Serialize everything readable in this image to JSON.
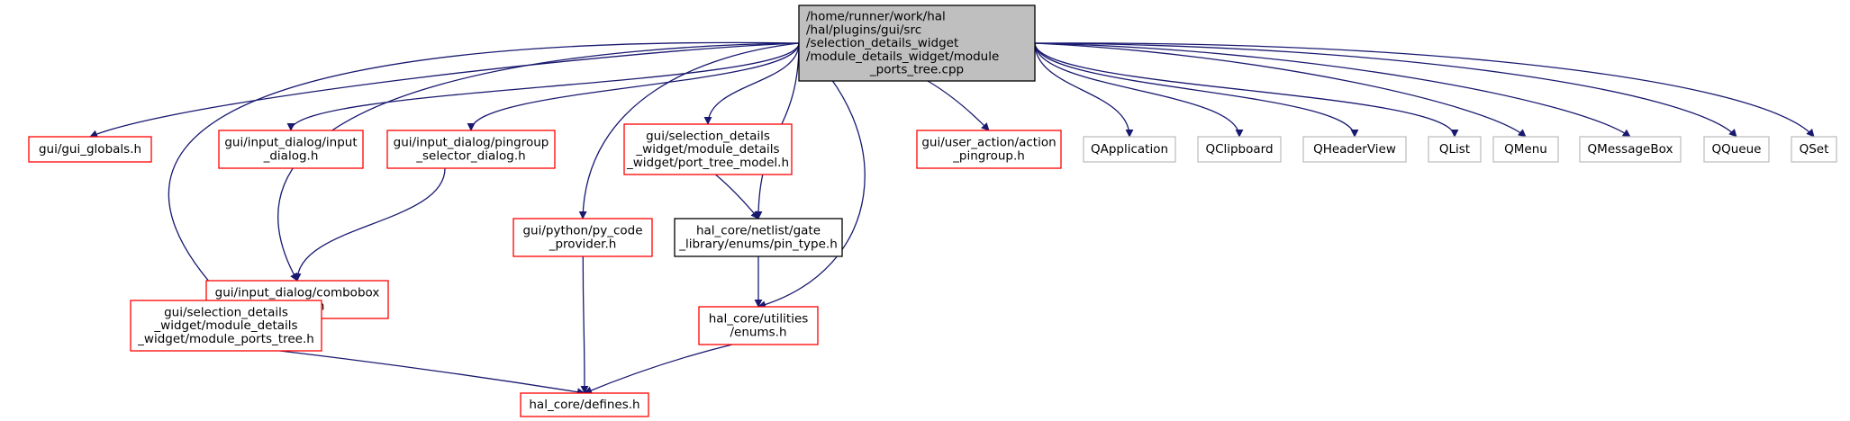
{
  "graph": {
    "root": {
      "id": "root",
      "lines": [
        "/home/runner/work/hal",
        "/hal/plugins/gui/src",
        "/selection_details_widget",
        "/module_details_widget/module",
        "_ports_tree.cpp"
      ],
      "style": "root"
    },
    "nodes": [
      {
        "id": "gui_globals",
        "lines": [
          "gui/gui_globals.h"
        ],
        "style": "red"
      },
      {
        "id": "input_dialog",
        "lines": [
          "gui/input_dialog/input",
          "_dialog.h"
        ],
        "style": "red"
      },
      {
        "id": "pingroup_selector",
        "lines": [
          "gui/input_dialog/pingroup",
          "_selector_dialog.h"
        ],
        "style": "red"
      },
      {
        "id": "port_tree_model",
        "lines": [
          "gui/selection_details",
          "_widget/module_details",
          "_widget/port_tree_model.h"
        ],
        "style": "red"
      },
      {
        "id": "action_pingroup",
        "lines": [
          "gui/user_action/action",
          "_pingroup.h"
        ],
        "style": "red"
      },
      {
        "id": "qapplication",
        "lines": [
          "QApplication"
        ],
        "style": "gray"
      },
      {
        "id": "qclipboard",
        "lines": [
          "QClipboard"
        ],
        "style": "gray"
      },
      {
        "id": "qheaderview",
        "lines": [
          "QHeaderView"
        ],
        "style": "gray"
      },
      {
        "id": "qlist",
        "lines": [
          "QList"
        ],
        "style": "gray"
      },
      {
        "id": "qmenu",
        "lines": [
          "QMenu"
        ],
        "style": "gray"
      },
      {
        "id": "qmessagebox",
        "lines": [
          "QMessageBox"
        ],
        "style": "gray"
      },
      {
        "id": "qqueue",
        "lines": [
          "QQueue"
        ],
        "style": "gray"
      },
      {
        "id": "qset",
        "lines": [
          "QSet"
        ],
        "style": "gray"
      },
      {
        "id": "combobox_dialog",
        "lines": [
          "gui/input_dialog/combobox",
          "_dialog.h"
        ],
        "style": "red"
      },
      {
        "id": "py_code_provider",
        "lines": [
          "gui/python/py_code",
          "_provider.h"
        ],
        "style": "red"
      },
      {
        "id": "pin_type",
        "lines": [
          "hal_core/netlist/gate",
          "_library/enums/pin_type.h"
        ],
        "style": "black"
      },
      {
        "id": "module_ports_tree_h",
        "lines": [
          "gui/selection_details",
          "_widget/module_details",
          "_widget/module_ports_tree.h"
        ],
        "style": "red"
      },
      {
        "id": "utilities_enums",
        "lines": [
          "hal_core/utilities",
          "/enums.h"
        ],
        "style": "red"
      },
      {
        "id": "defines",
        "lines": [
          "hal_core/defines.h"
        ],
        "style": "red"
      }
    ],
    "edges": [
      {
        "from": "root",
        "to": "gui_globals"
      },
      {
        "from": "root",
        "to": "input_dialog"
      },
      {
        "from": "root",
        "to": "pingroup_selector"
      },
      {
        "from": "root",
        "to": "port_tree_model"
      },
      {
        "from": "root",
        "to": "action_pingroup"
      },
      {
        "from": "root",
        "to": "qapplication"
      },
      {
        "from": "root",
        "to": "qclipboard"
      },
      {
        "from": "root",
        "to": "qheaderview"
      },
      {
        "from": "root",
        "to": "qlist"
      },
      {
        "from": "root",
        "to": "qmenu"
      },
      {
        "from": "root",
        "to": "qmessagebox"
      },
      {
        "from": "root",
        "to": "qqueue"
      },
      {
        "from": "root",
        "to": "qset"
      },
      {
        "from": "root",
        "to": "combobox_dialog"
      },
      {
        "from": "root",
        "to": "py_code_provider"
      },
      {
        "from": "root",
        "to": "pin_type"
      },
      {
        "from": "root",
        "to": "module_ports_tree_h"
      },
      {
        "from": "root",
        "to": "utilities_enums"
      },
      {
        "from": "pingroup_selector",
        "to": "combobox_dialog"
      },
      {
        "from": "port_tree_model",
        "to": "pin_type"
      },
      {
        "from": "pin_type",
        "to": "utilities_enums"
      },
      {
        "from": "py_code_provider",
        "to": "defines"
      },
      {
        "from": "module_ports_tree_h",
        "to": "defines"
      },
      {
        "from": "utilities_enums",
        "to": "defines"
      }
    ],
    "colors": {
      "edge": "#191970",
      "root_fill": "#bfbfbf",
      "root_stroke": "#000000",
      "red_stroke": "#ff0000",
      "gray_stroke": "#bfbfbf",
      "black_stroke": "#000000",
      "node_fill": "#ffffff"
    }
  }
}
